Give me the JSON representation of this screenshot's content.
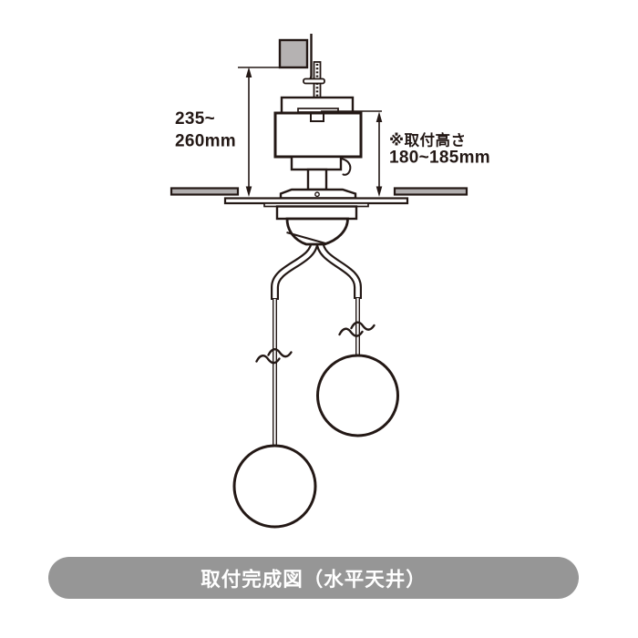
{
  "page": {
    "background": "#ffffff"
  },
  "diagram": {
    "type": "pendant-light-installation-cross-section",
    "labels": {
      "left_dimension": {
        "line1": "235~",
        "line2": "260mm"
      },
      "right_dimension": {
        "line1": "※取付高さ",
        "line2": "180~185mm"
      }
    },
    "colors": {
      "line": "#231815",
      "ceiling_fill": "#b2afaf",
      "anchor_fill": "#b5b2b2"
    }
  },
  "banner": {
    "label": "取付完成図（水平天井）",
    "background": "#969696",
    "text_color": "#ffffff"
  }
}
